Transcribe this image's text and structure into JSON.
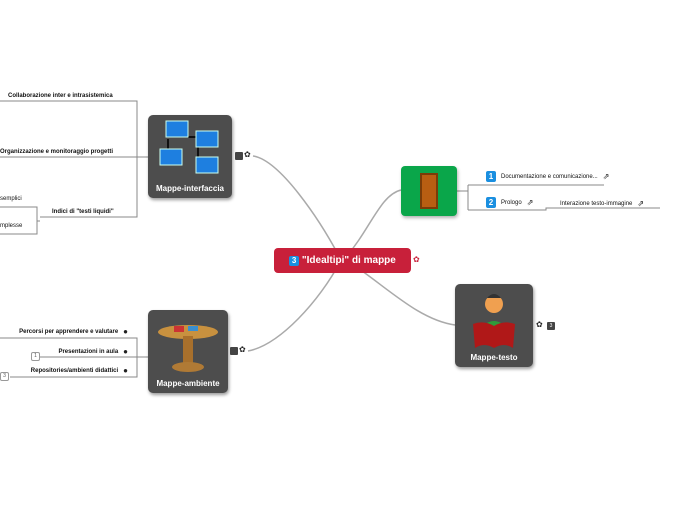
{
  "central": {
    "badge": "3",
    "title": "\"Idealtipi\" di mappe",
    "color": "#c8203a"
  },
  "interfaccia": {
    "title": "Mappe-interfaccia",
    "children": [
      "Collaborazione inter e intrasistemica",
      "Organizzazione e monitoraggio progetti",
      "Indici di \"testi liquidi\""
    ],
    "sub": [
      "semplici",
      "mplesse"
    ]
  },
  "ambiente": {
    "title": "Mappe-ambiente",
    "children": [
      "Percorsi per apprendere e valutare",
      "Presentazioni in aula",
      "Repositories/ambienti didattici"
    ],
    "badges": [
      "1",
      "3"
    ]
  },
  "door": {
    "items": [
      {
        "badge": "1",
        "label": "Documentazione e comunicazione..."
      },
      {
        "badge": "2",
        "label": "Prologo"
      }
    ],
    "sub": "Interazione testo-immagine",
    "color": "#0aa64a"
  },
  "testo": {
    "title": "Mappe-testo",
    "badge": "3"
  }
}
